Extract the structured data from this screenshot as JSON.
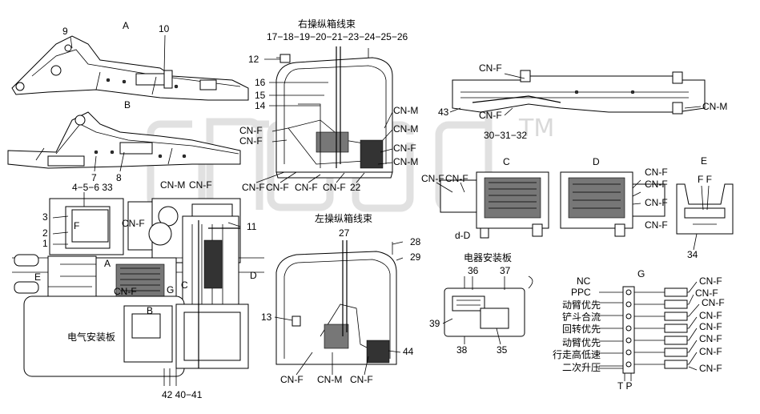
{
  "watermark": {
    "tm": "TM"
  },
  "labels": {
    "a_top": "A",
    "b_top": "B",
    "a": "A",
    "b": "B",
    "c": "C",
    "d": "D",
    "e": "E",
    "f": "F",
    "g": "G",
    "ff": "F F",
    "d_d": "d-D",
    "tp": "T P",
    "cn_f": "CN-F",
    "cn_m": "CN-M",
    "n1": "1",
    "n2": "2",
    "n3": "3",
    "n7": "7",
    "n8": "8",
    "n9": "9",
    "n10": "10",
    "n11": "11",
    "n12": "12",
    "n13": "13",
    "n14": "14",
    "n15": "15",
    "n16": "16",
    "n22": "22",
    "n27": "27",
    "n28": "28",
    "n29": "29",
    "n34": "34",
    "n35": "35",
    "n36": "36",
    "n37": "37",
    "n38": "38",
    "n39": "39",
    "n43": "43",
    "n44": "44",
    "n4_5_6_33": "4−5−6 33",
    "n17_to_26": "17−18−19−20−21−23−24−25−26",
    "n30_31_32": "30−31−32",
    "n42_40_41": "42 40−41",
    "right_console_harness": "右操纵箱线束",
    "left_console_harness": "左操纵箱线束",
    "electrical_board": "电气安装板",
    "electrical_board_right": "电器安装板"
  },
  "valve_labels": [
    "NC",
    "PPC",
    "动臂优先",
    "铲斗合流",
    "回转优先",
    "动臂优先",
    "行走高低速",
    "二次升压"
  ]
}
